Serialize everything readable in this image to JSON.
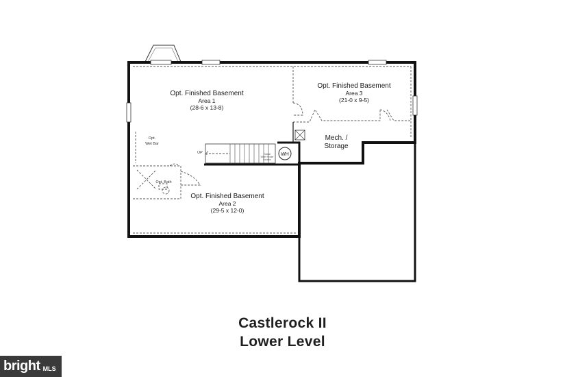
{
  "plan": {
    "areas": [
      {
        "title": "Opt. Finished Basement",
        "subtitle": "Area 1",
        "dims": "(28-6 x 13-8)"
      },
      {
        "title": "Opt. Finished Basement",
        "subtitle": "Area 2",
        "dims": "(29-5 x 12-0)"
      },
      {
        "title": "Opt. Finished Basement",
        "subtitle": "Area 3",
        "dims": "(21-0 x 9-5)"
      }
    ],
    "mech": {
      "line1": "Mech. /",
      "line2": "Storage"
    },
    "wet_bar": {
      "line1": "Opt.",
      "line2": "Wet Bar"
    },
    "bath": "Opt. Bath",
    "up_label": "UP",
    "water_heater": "WH",
    "water_heater_note": [
      "Tubeat",
      "Water Heater",
      "Location"
    ]
  },
  "caption": {
    "line1": "Castlerock II",
    "line2": "Lower Level"
  },
  "watermark": {
    "brand": "bright",
    "suffix": "MLS"
  }
}
